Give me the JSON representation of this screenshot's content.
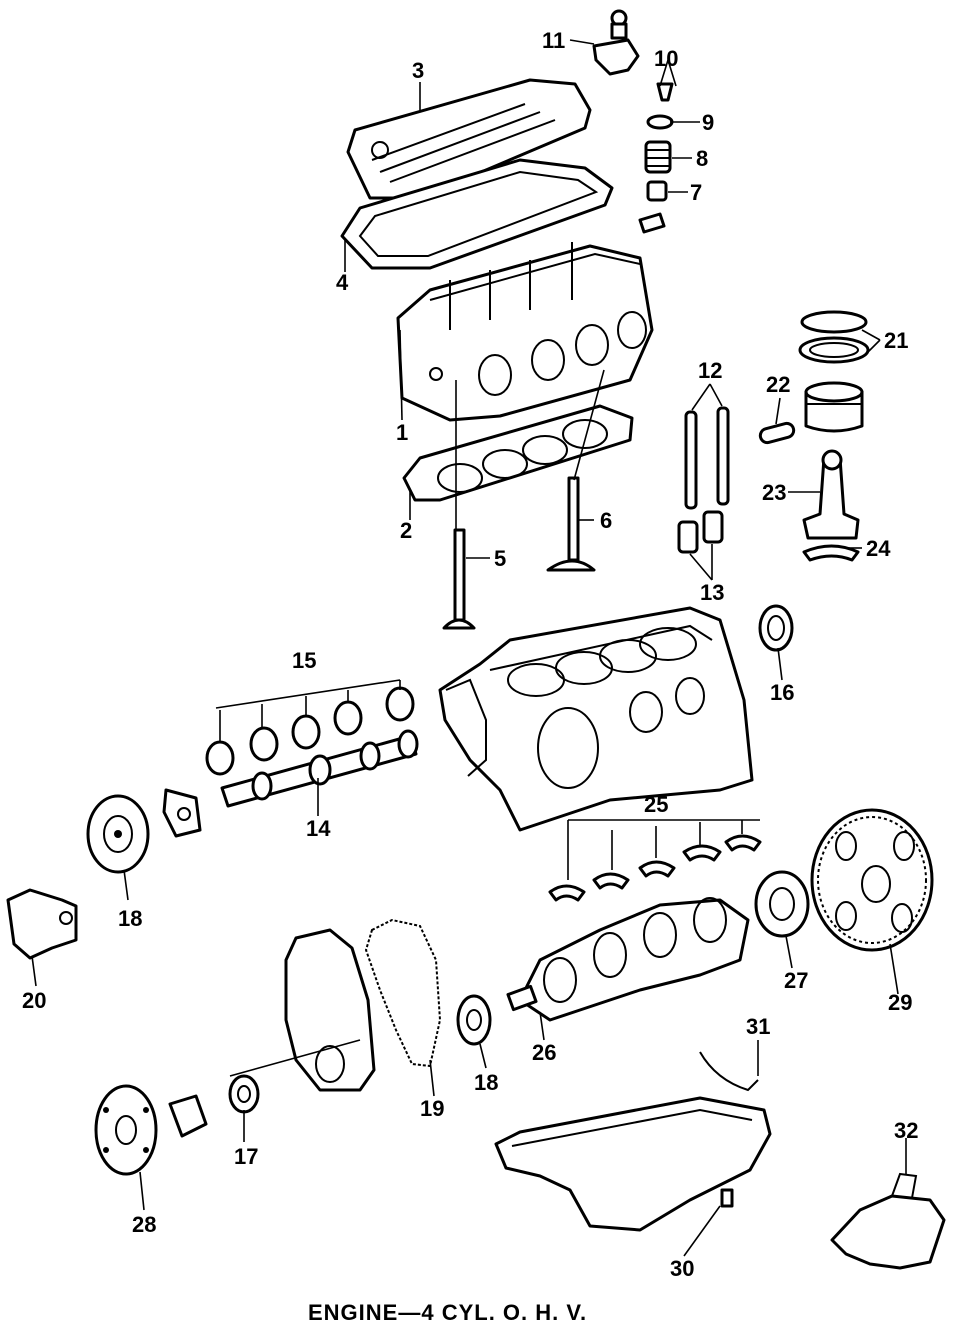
{
  "caption": "ENGINE—4 CYL. O. H. V.",
  "callouts": {
    "c1": "1",
    "c2": "2",
    "c3": "3",
    "c4": "4",
    "c5": "5",
    "c6": "6",
    "c7": "7",
    "c8": "8",
    "c9": "9",
    "c10": "10",
    "c11": "11",
    "c12": "12",
    "c13": "13",
    "c14": "14",
    "c15": "15",
    "c16": "16",
    "c17": "17",
    "c18a": "18",
    "c18b": "18",
    "c19": "19",
    "c20": "20",
    "c21": "21",
    "c22": "22",
    "c23": "23",
    "c24": "24",
    "c25": "25",
    "c26": "26",
    "c27": "27",
    "c28": "28",
    "c29": "29",
    "c30": "30",
    "c31": "31",
    "c32": "32"
  }
}
